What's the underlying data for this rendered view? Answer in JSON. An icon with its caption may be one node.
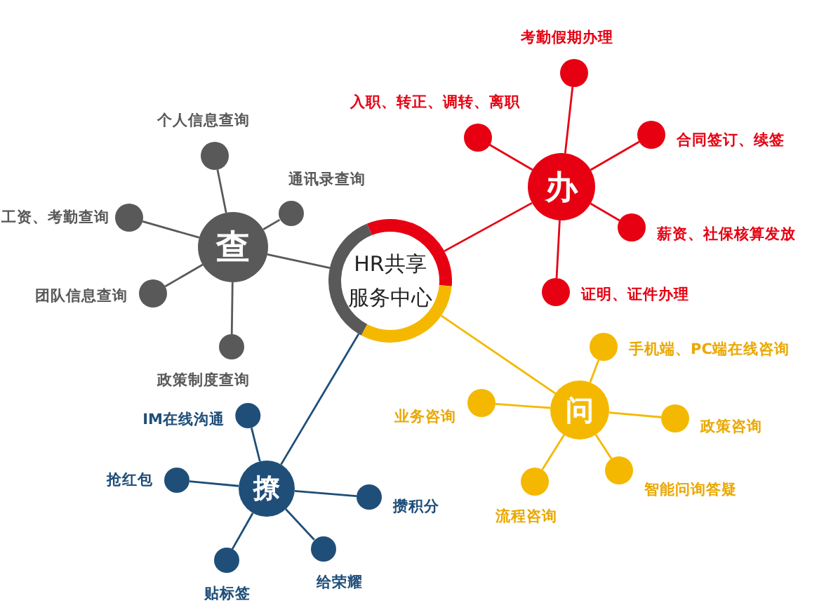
{
  "diagram": {
    "nodes": [
      {
        "text": [
          "HR共享服务中心"
        ]
      },
      {
        "text": [
          "查"
        ]
      },
      {
        "text": [
          "个人信息查询"
        ]
      },
      {
        "text": [
          "通讯录查询"
        ]
      },
      {
        "text": [
          "工资、考勤查询"
        ]
      },
      {
        "text": [
          "团队信息查询"
        ]
      },
      {
        "text": [
          "政策制度查询"
        ]
      },
      {
        "text": [
          "办"
        ]
      },
      {
        "text": [
          "考勤假期办理"
        ]
      },
      {
        "text": [
          "入职、转正、调转、离职"
        ]
      },
      {
        "text": [
          "合同签订、续签"
        ]
      },
      {
        "text": [
          "薪资、社保核算发放"
        ]
      },
      {
        "text": [
          "证明、证件办理"
        ]
      },
      {
        "text": [
          "问"
        ]
      },
      {
        "text": [
          "手机端、PC端在线咨询"
        ]
      },
      {
        "text": [
          "业务咨询"
        ]
      },
      {
        "text": [
          "政策咨询"
        ]
      },
      {
        "text": [
          "智能问询答疑"
        ]
      },
      {
        "text": [
          "流程咨询"
        ]
      },
      {
        "text": [
          "撩"
        ]
      },
      {
        "text": [
          "IM在线沟通"
        ]
      },
      {
        "text": [
          "抢红包"
        ]
      },
      {
        "text": [
          "攒积分"
        ]
      },
      {
        "text": [
          "给荣耀"
        ]
      },
      {
        "text": [
          "贴标签"
        ]
      }
    ],
    "edges": [
      {
        "from": 0,
        "to": 1,
        "arrow": "none",
        "color": "#595959"
      },
      {
        "from": 1,
        "to": 2,
        "arrow": "none",
        "color": "#595959"
      },
      {
        "from": 1,
        "to": 3,
        "arrow": "none",
        "color": "#595959"
      },
      {
        "from": 1,
        "to": 4,
        "arrow": "none",
        "color": "#595959"
      },
      {
        "from": 1,
        "to": 5,
        "arrow": "none",
        "color": "#595959"
      },
      {
        "from": 1,
        "to": 6,
        "arrow": "none",
        "color": "#595959"
      },
      {
        "from": 0,
        "to": 7,
        "arrow": "none",
        "color": "#e60012"
      },
      {
        "from": 7,
        "to": 8,
        "arrow": "none",
        "color": "#e60012"
      },
      {
        "from": 7,
        "to": 9,
        "arrow": "none",
        "color": "#e60012"
      },
      {
        "from": 7,
        "to": 10,
        "arrow": "none",
        "color": "#e60012"
      },
      {
        "from": 7,
        "to": 11,
        "arrow": "none",
        "color": "#e60012"
      },
      {
        "from": 7,
        "to": 12,
        "arrow": "none",
        "color": "#e60012"
      },
      {
        "from": 0,
        "to": 13,
        "arrow": "none",
        "color": "#f5b800"
      },
      {
        "from": 13,
        "to": 14,
        "arrow": "none",
        "color": "#f5b800"
      },
      {
        "from": 13,
        "to": 15,
        "arrow": "none",
        "color": "#f5b800"
      },
      {
        "from": 13,
        "to": 16,
        "arrow": "none",
        "color": "#f5b800"
      },
      {
        "from": 13,
        "to": 17,
        "arrow": "none",
        "color": "#f5b800"
      },
      {
        "from": 13,
        "to": 18,
        "arrow": "none",
        "color": "#f5b800"
      },
      {
        "from": 0,
        "to": 19,
        "arrow": "none",
        "color": "#1f4e79"
      },
      {
        "from": 19,
        "to": 20,
        "arrow": "none",
        "color": "#1f4e79"
      },
      {
        "from": 19,
        "to": 21,
        "arrow": "none",
        "color": "#1f4e79"
      },
      {
        "from": 19,
        "to": 22,
        "arrow": "none",
        "color": "#1f4e79"
      },
      {
        "from": 19,
        "to": 23,
        "arrow": "none",
        "color": "#1f4e79"
      },
      {
        "from": 19,
        "to": 24,
        "arrow": "none",
        "color": "#1f4e79"
      }
    ]
  }
}
